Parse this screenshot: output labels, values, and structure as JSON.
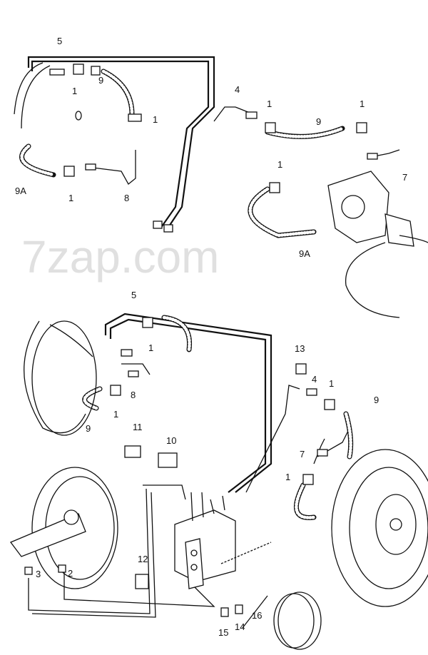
{
  "watermark": "7zap.com",
  "callouts_top": [
    "5",
    "1",
    "9",
    "1",
    "9A",
    "1",
    "8",
    "4",
    "1",
    "9",
    "1",
    "7",
    "1",
    "9A"
  ],
  "callouts_bottom": [
    "5",
    "1",
    "13",
    "4",
    "1",
    "9",
    "8",
    "9",
    "1",
    "11",
    "10",
    "7",
    "1",
    "12",
    "3",
    "2",
    "15",
    "14",
    "16"
  ]
}
